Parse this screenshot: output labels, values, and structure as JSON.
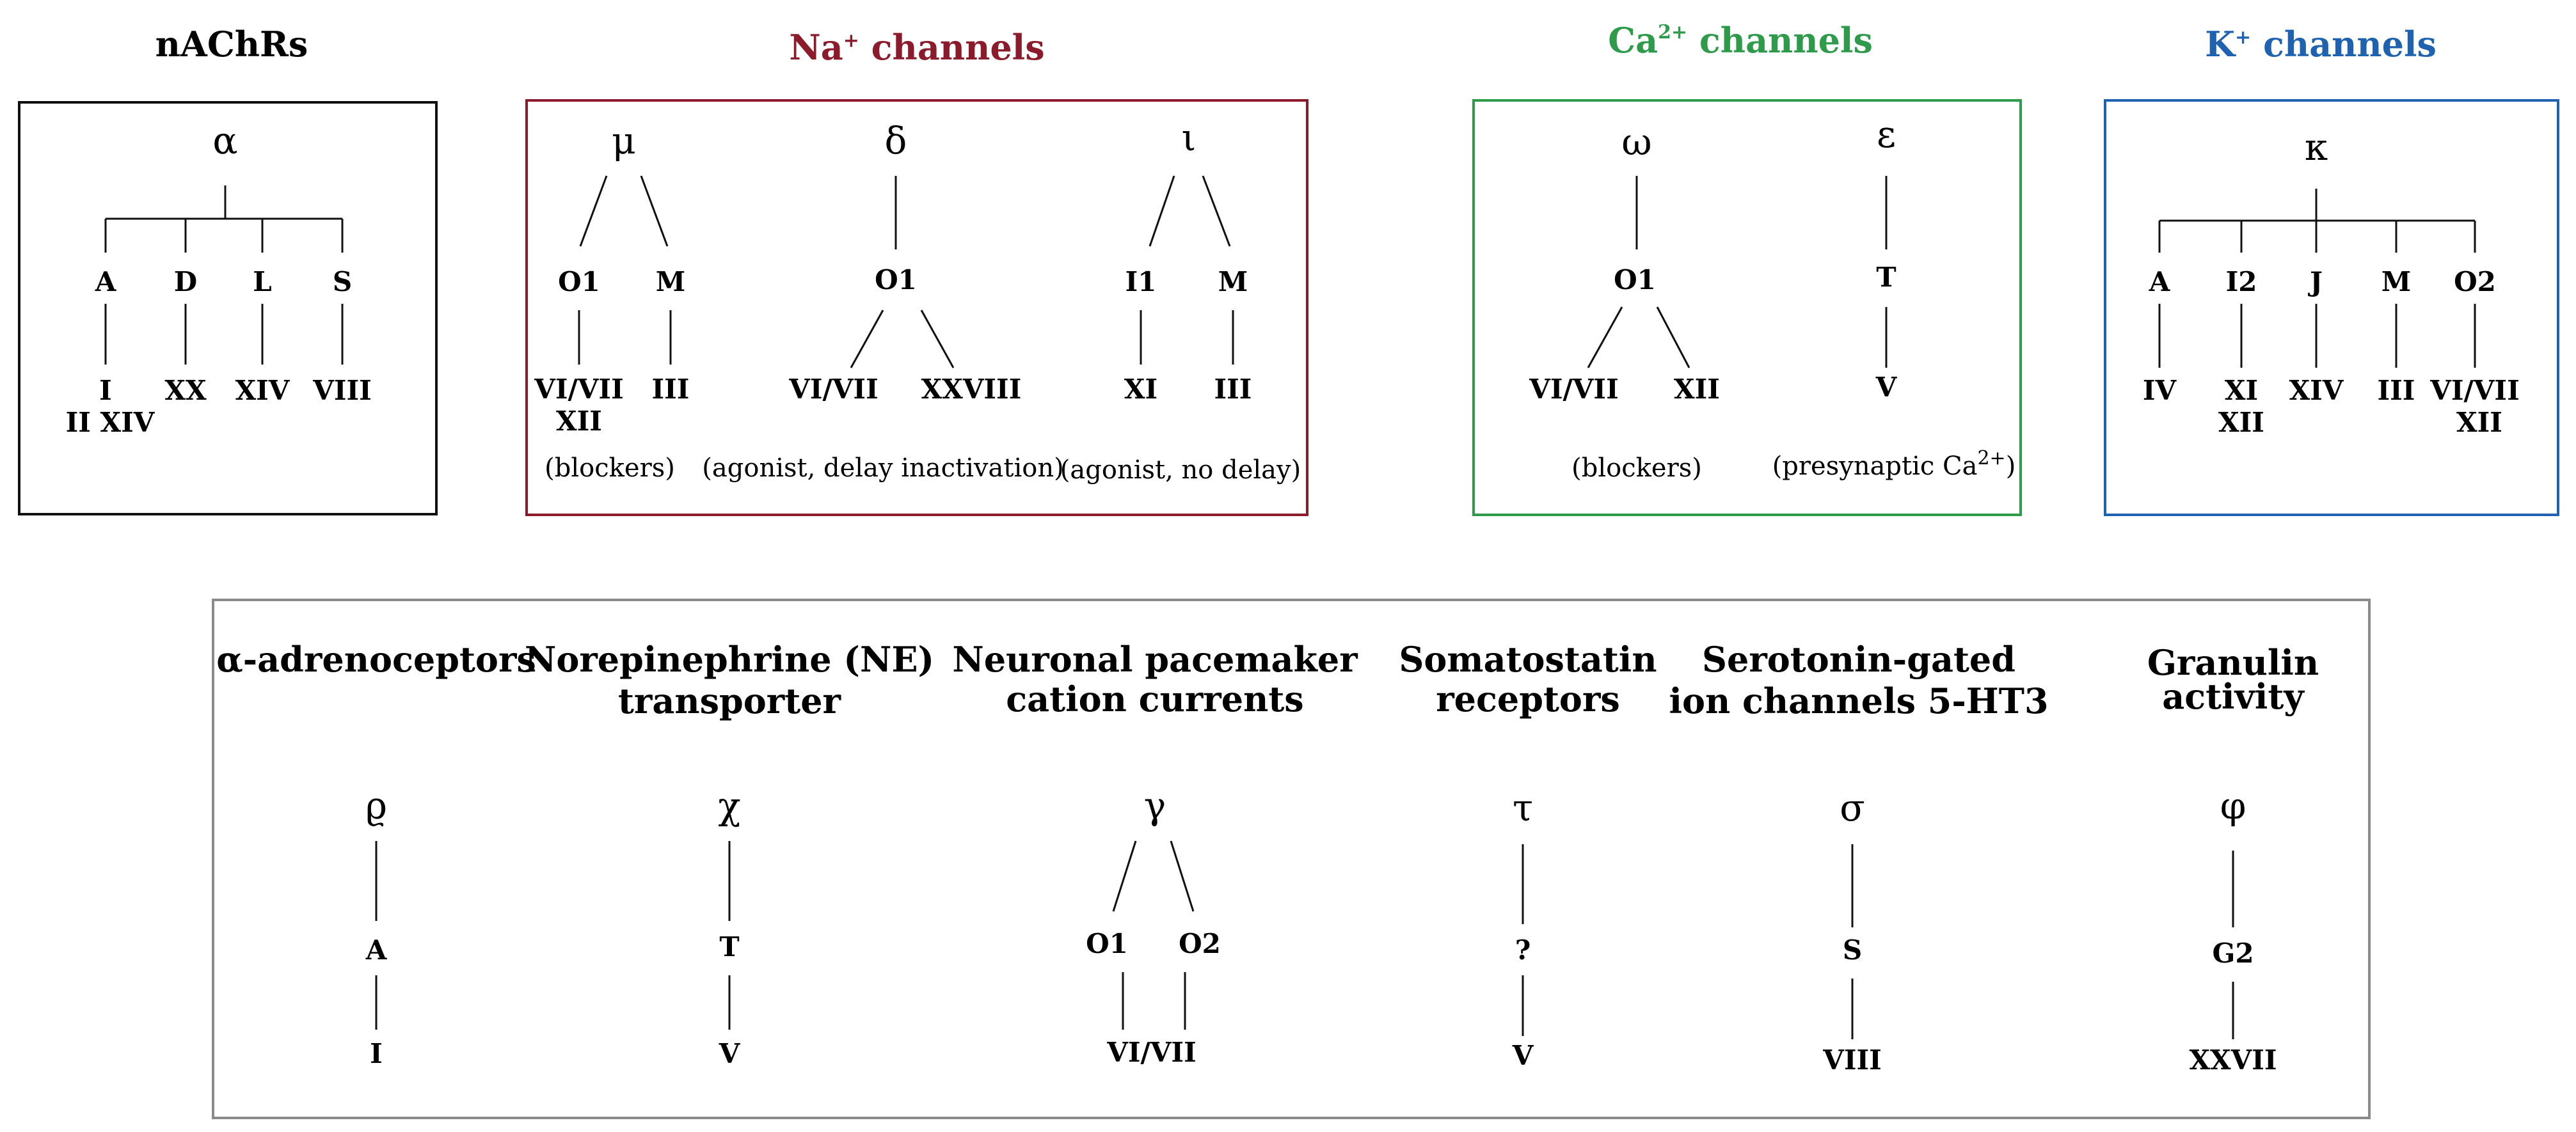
{
  "colors": {
    "nachr": "#111111",
    "na": "#8b1a2b",
    "ca": "#2e9b4a",
    "k": "#1f62b0",
    "bottom_frame": "#8a8a8a"
  },
  "top": {
    "nachr": {
      "title": "nAChRs",
      "root": "α",
      "branches": [
        {
          "label": "A",
          "roman": "I",
          "roman2": "II XIV"
        },
        {
          "label": "D",
          "roman": "XX"
        },
        {
          "label": "L",
          "roman": "XIV"
        },
        {
          "label": "S",
          "roman": "VIII"
        }
      ]
    },
    "na": {
      "title_pre": "Na",
      "title_sup": "+",
      "title_post": " channels",
      "groups": [
        {
          "root": "μ",
          "left": "O1",
          "right": "M",
          "left_roman": "VI/VII",
          "left_roman2": "XII",
          "right_roman": "III",
          "note": "(blockers)"
        },
        {
          "root": "δ",
          "mid": "O1",
          "left_roman": "VI/VII",
          "right_roman": "XXVIII",
          "note": "(agonist, delay inactivation)"
        },
        {
          "root": "ι",
          "left": "I1",
          "right": "M",
          "left_roman": "XI",
          "right_roman": "III",
          "note": "(agonist, no delay)"
        }
      ]
    },
    "ca": {
      "title_pre": "Ca",
      "title_sup": "2+",
      "title_post": " channels",
      "groups": [
        {
          "root": "ω",
          "mid": "O1",
          "left_roman": "VI/VII",
          "right_roman": "XII",
          "note": "(blockers)"
        },
        {
          "root": "ε",
          "mid": "T",
          "roman": "V",
          "note_pre": "(presynaptic Ca",
          "note_sup": "2+",
          "note_post": ")"
        }
      ]
    },
    "k": {
      "title_pre": "K",
      "title_sup": "+",
      "title_post": " channels",
      "root": "κ",
      "branches": [
        {
          "label": "A",
          "roman": "IV"
        },
        {
          "label": "I2",
          "roman": "XI",
          "roman2": "XII"
        },
        {
          "label": "J",
          "roman": "XIV"
        },
        {
          "label": "M",
          "roman": "III"
        },
        {
          "label": "O2",
          "roman": "VI/VII",
          "roman2": "XII"
        }
      ]
    }
  },
  "bottom": [
    {
      "title1": "α-adrenoceptors",
      "title2": "",
      "root": "ϱ",
      "mid": "A",
      "roman": "I"
    },
    {
      "title1": "Norepinephrine (NE)",
      "title2": "transporter",
      "root": "χ",
      "mid": "T",
      "roman": "V"
    },
    {
      "title1": "Neuronal pacemaker",
      "title2": "cation currents",
      "root": "γ",
      "left": "O1",
      "right": "O2",
      "roman": "VI/VII"
    },
    {
      "title1": "Somatostatin",
      "title2": "receptors",
      "root": "τ",
      "mid": "?",
      "roman": "V"
    },
    {
      "title1": "Serotonin-gated",
      "title2": "ion channels 5-HT3",
      "root": "σ",
      "mid": "S",
      "roman": "VIII"
    },
    {
      "title1": "Granulin",
      "title2": "activity",
      "root": "φ",
      "mid": "G2",
      "roman": "XXVII"
    }
  ]
}
